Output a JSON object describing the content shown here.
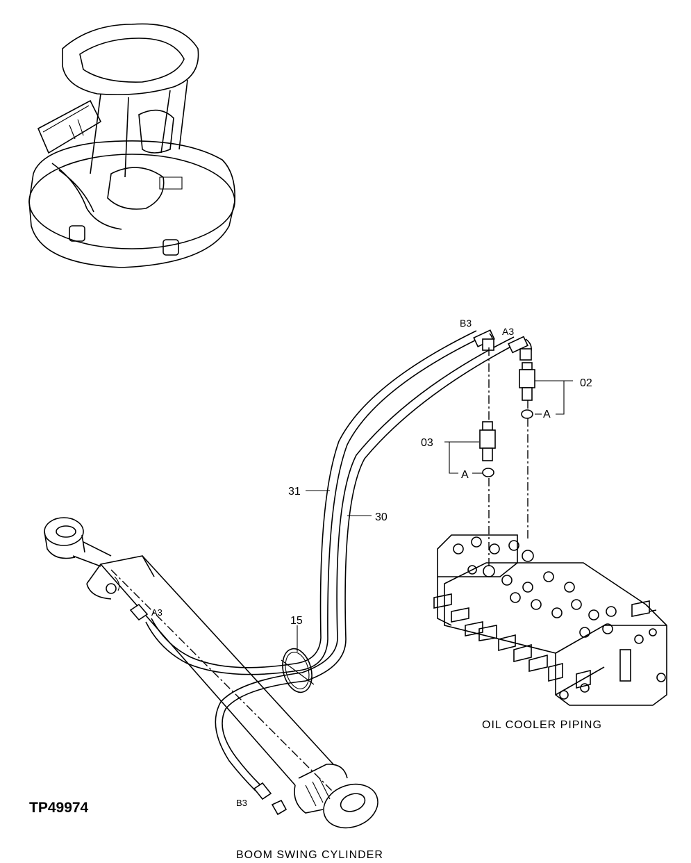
{
  "drawing_id": "TP49974",
  "captions": {
    "oil_cooler_piping": "OIL COOLER PIPING",
    "boom_swing_cylinder": "BOOM SWING CYLINDER"
  },
  "callouts": {
    "b3_top": "B3",
    "a3_top": "A3",
    "part_02": "02",
    "part_03": "03",
    "a_upper": "A",
    "a_lower": "A",
    "part_31": "31",
    "part_30": "30",
    "part_15": "15",
    "a3_cyl": "A3",
    "b3_cyl": "B3"
  }
}
